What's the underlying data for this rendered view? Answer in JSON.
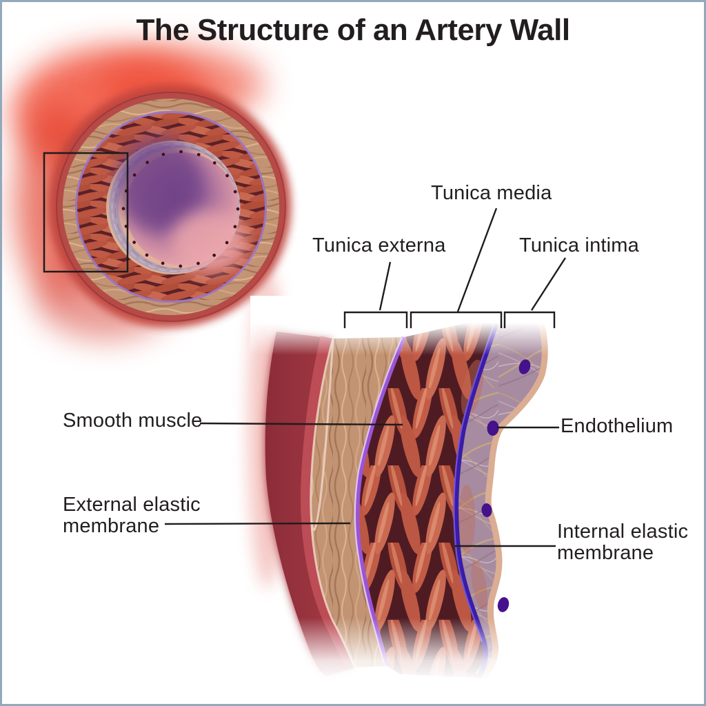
{
  "title": "The Structure of an Artery Wall",
  "labels": {
    "tunica_media": "Tunica media",
    "tunica_externa": "Tunica externa",
    "tunica_intima": "Tunica intima",
    "smooth_muscle": "Smooth muscle",
    "endothelium": "Endothelium",
    "external_elastic_membrane": "External elastic membrane",
    "internal_elastic_membrane": "Internal elastic membrane"
  },
  "colors": {
    "frame_border": "#92a8bc",
    "label_text": "#221e1f",
    "leader_line": "#1f1b1c",
    "artery_red": "#b54a46",
    "cut_face_red": "#9c3b45",
    "tunica_externa_tan": "#c29474",
    "external_elastic_purple": "#9a55d6",
    "muscle_red": "#c25c46",
    "media_shadow": "#4f1b23",
    "internal_elastic_blue": "#3a1ca8",
    "intima_mauve": "#a78ba0",
    "endothelium_flesh": "#d9a98c",
    "nucleus_purple": "#45128c",
    "lumen_pink": "#e5aeb0",
    "lumen_purple": "#7c4a8e"
  }
}
